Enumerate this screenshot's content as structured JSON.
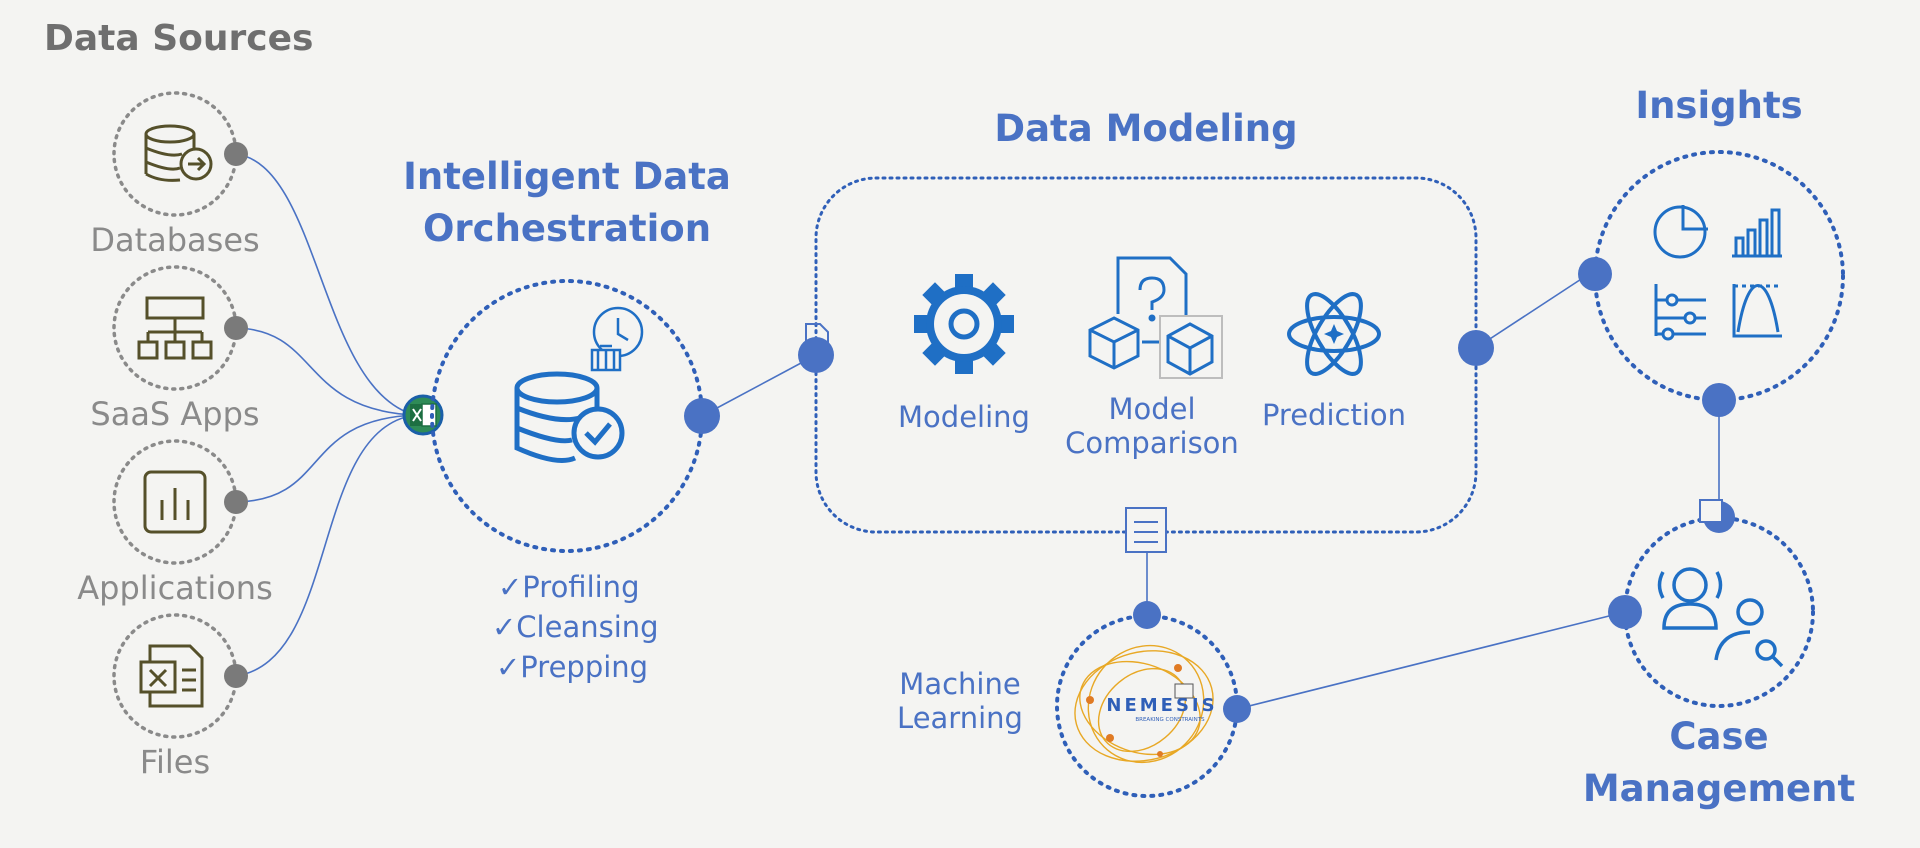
{
  "headings": {
    "data_sources": "Data Sources",
    "orchestration_line1": "Intelligent Data",
    "orchestration_line2": "Orchestration",
    "data_modeling": "Data Modeling",
    "insights": "Insights",
    "case_management_line1": "Case",
    "case_management_line2": "Management"
  },
  "sources": [
    {
      "label": "Databases",
      "icon": "database-arrow-icon"
    },
    {
      "label": "SaaS Apps",
      "icon": "hierarchy-icon"
    },
    {
      "label": "Applications",
      "icon": "equalizer-icon"
    },
    {
      "label": "Files",
      "icon": "spreadsheet-file-icon"
    }
  ],
  "orchestration_steps": [
    "✓Profiling",
    "✓Cleansing",
    "✓Prepping"
  ],
  "modeling_items": {
    "modeling": "Modeling",
    "comparison_line1": "Model",
    "comparison_line2": "Comparison",
    "prediction": "Prediction"
  },
  "machine_learning": {
    "line1": "Machine",
    "line2": "Learning",
    "logo_text": "NEMESIS",
    "logo_tagline": "BREAKING CONSTRAINTS"
  },
  "colors": {
    "source_gray": "#8a8a8a",
    "source_icon_olive": "#55502a",
    "accent_blue": "#4a72c4",
    "dark_blue": "#2f5fb8",
    "icon_blue": "#1f6fc5",
    "logo_gold": "#e8a825"
  }
}
